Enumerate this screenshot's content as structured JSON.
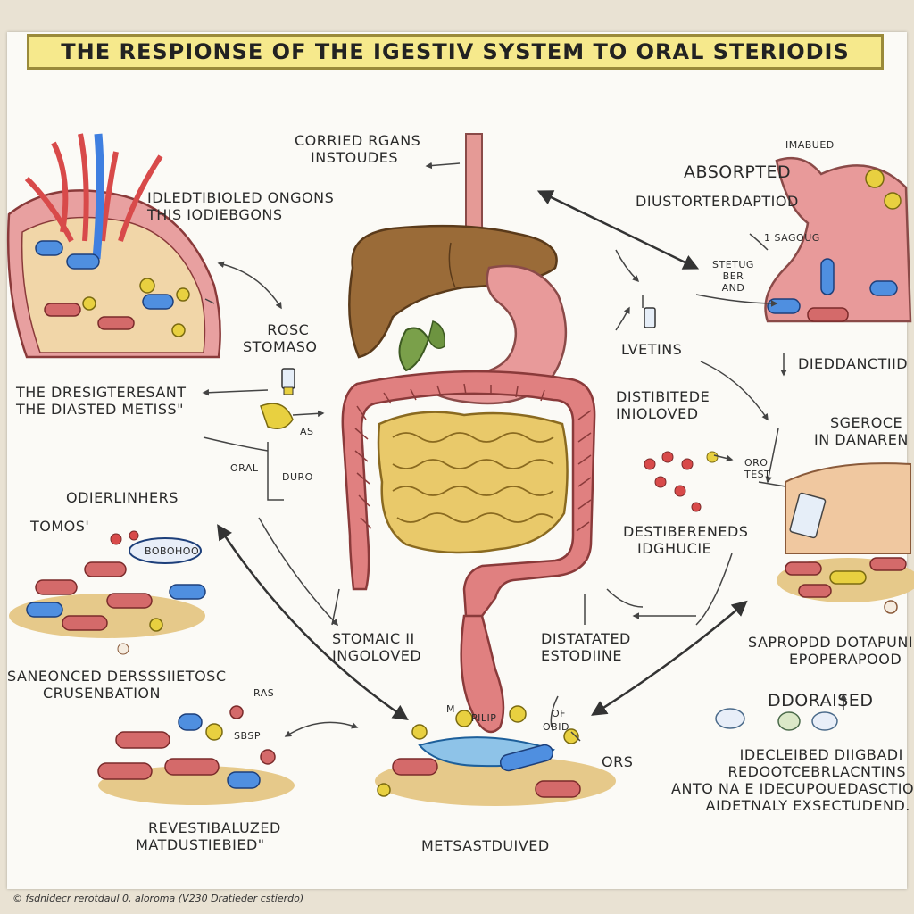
{
  "title": "THE RESPIONSE OF THE IGESTIV SYSTEM  TO ORAL STERIODIS",
  "labels": {
    "corried": [
      "CORRIED RGANS",
      "INSTOUDES"
    ],
    "idlest": [
      "IDLEDTIBIOLED ONGONS",
      "THIS IODIEBGONS"
    ],
    "rosc": [
      "ROSC",
      "STOMASO"
    ],
    "dresig": [
      "THE DRESIGTERESANT",
      "THE DIASTED METISS\""
    ],
    "oral": "ORAL",
    "duro": "DURO",
    "as": "AS",
    "odier": "ODIERLINHERS",
    "tomos": "TOMOS'",
    "bubble": "BOBOHOO",
    "saneon": [
      "SANEONCED DERSSSIIETOSC",
      "CRUSENBATION"
    ],
    "ras": "RAS",
    "sbsp": "SBSP",
    "revest": [
      "REVESTIBALUZED",
      "MATDUSTIEBIED\""
    ],
    "stomaic": [
      "STOMAIC II",
      "INGOLOVED"
    ],
    "metsa": "METSASTDUIVED",
    "m": "M",
    "pilip": "PILIP",
    "of": "OF",
    "obid": "OBID",
    "ors": "ORS",
    "distat": [
      "DISTATATED",
      "ESTODIINE"
    ],
    "lvetins": "LVETINS",
    "distib": [
      "DISTIBITEDE",
      "INIOLOVED"
    ],
    "oro": [
      "ORO",
      "TEST"
    ],
    "destib": [
      "DESTIBERENEDS",
      "IDGHUCIE"
    ],
    "imabued": "IMABUED",
    "absorpted": "ABSORPTED",
    "diustor": "DIUSTORTERDAPTIOD",
    "sagoug": "1 SAGOUG",
    "stetug": [
      "STETUG",
      "BER",
      "AND"
    ],
    "diedd": "DIEDDANCTIID",
    "sgeroce": [
      "SGEROCE",
      "IN DANAREN"
    ],
    "saprop": [
      "SAPROPDD DOTAPUNIN",
      "EPOPERAPOOD"
    ],
    "dooraised": "DDORAISED",
    "idecl": [
      "IDECLEIBED DIIGBADI",
      "REDOOTCEBRLACNTINS",
      "ANTO NA E IDECUPOUEDASCTION",
      "AIDETNALY EXSECTUDEND."
    ]
  },
  "footer": "© fsdnidecr rerotdaul 0, aloroma (V230 Dratieder cstierdo)",
  "colors": {
    "banner": "#f6e98c",
    "liver": "#9a6b38",
    "stomach": "#e89a9a",
    "intestine": "#e9c96a",
    "colon": "#e08080",
    "pill_blue": "#4f8fe0",
    "pill_yellow": "#e8d040",
    "pill_red": "#d46a6a",
    "vessel_red": "#d84a4a",
    "vessel_blue": "#3f7fe0"
  }
}
